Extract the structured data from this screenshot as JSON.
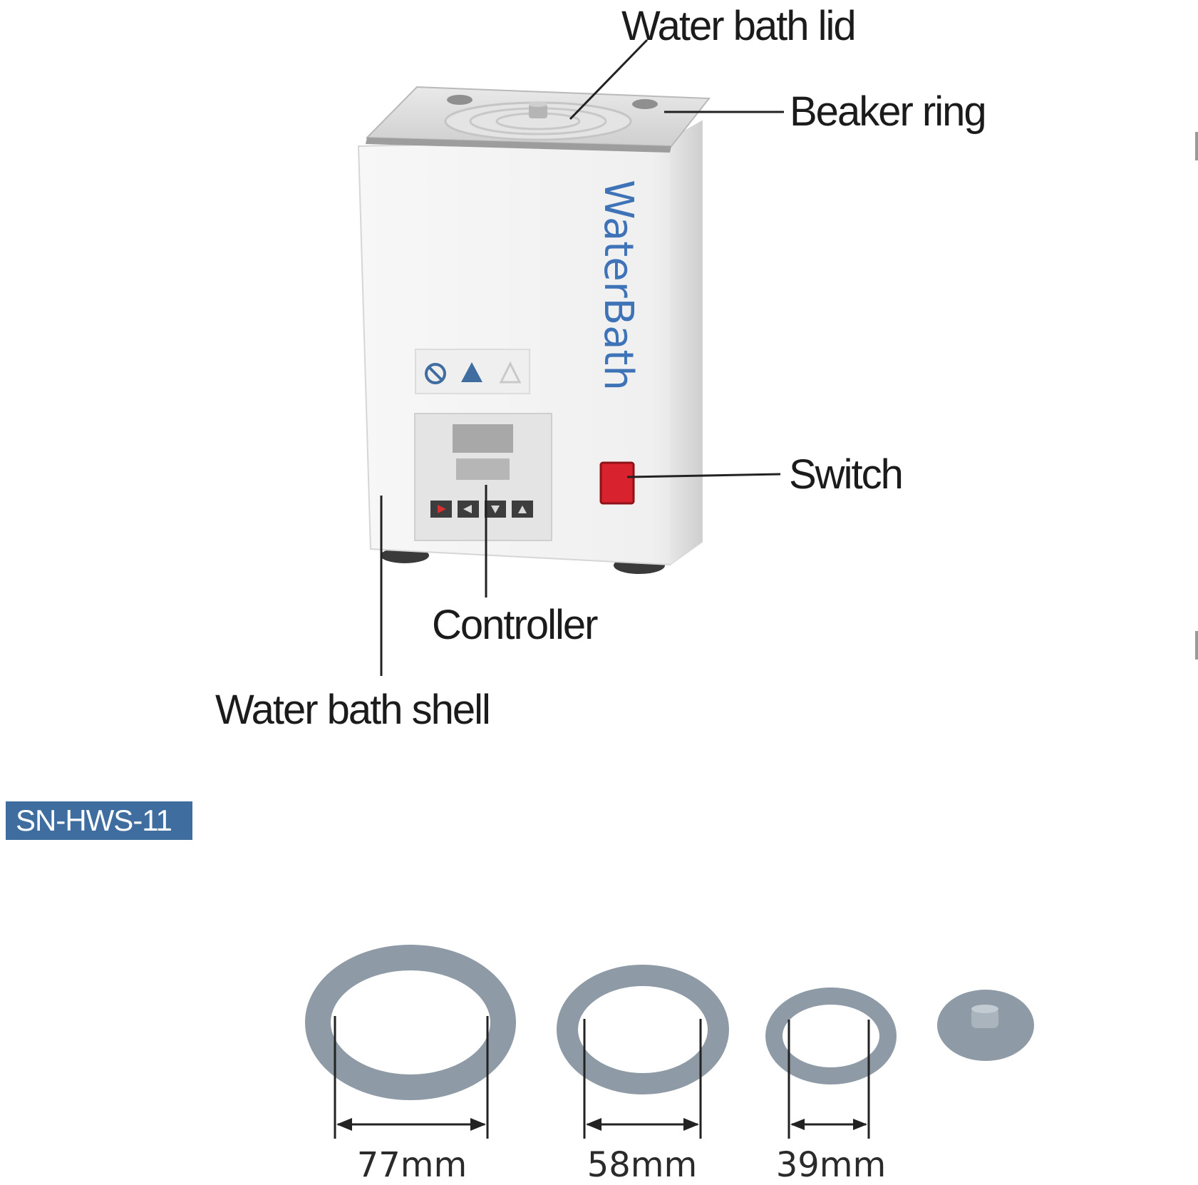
{
  "callouts": {
    "lid": "Water bath lid",
    "beaker_ring": "Beaker ring",
    "switch": "Switch",
    "controller": "Controller",
    "shell": "Water bath shell"
  },
  "device": {
    "brand_text": "WaterBath",
    "body_color": "#f4f4f4",
    "switch_color": "#d8232e"
  },
  "model_badge": {
    "label": "SN-HWS-11",
    "color": "#3f6d9f"
  },
  "rings": [
    {
      "size_label": "77mm"
    },
    {
      "size_label": "58mm"
    },
    {
      "size_label": "39mm"
    }
  ],
  "accessory_color": "#8e9aa6"
}
